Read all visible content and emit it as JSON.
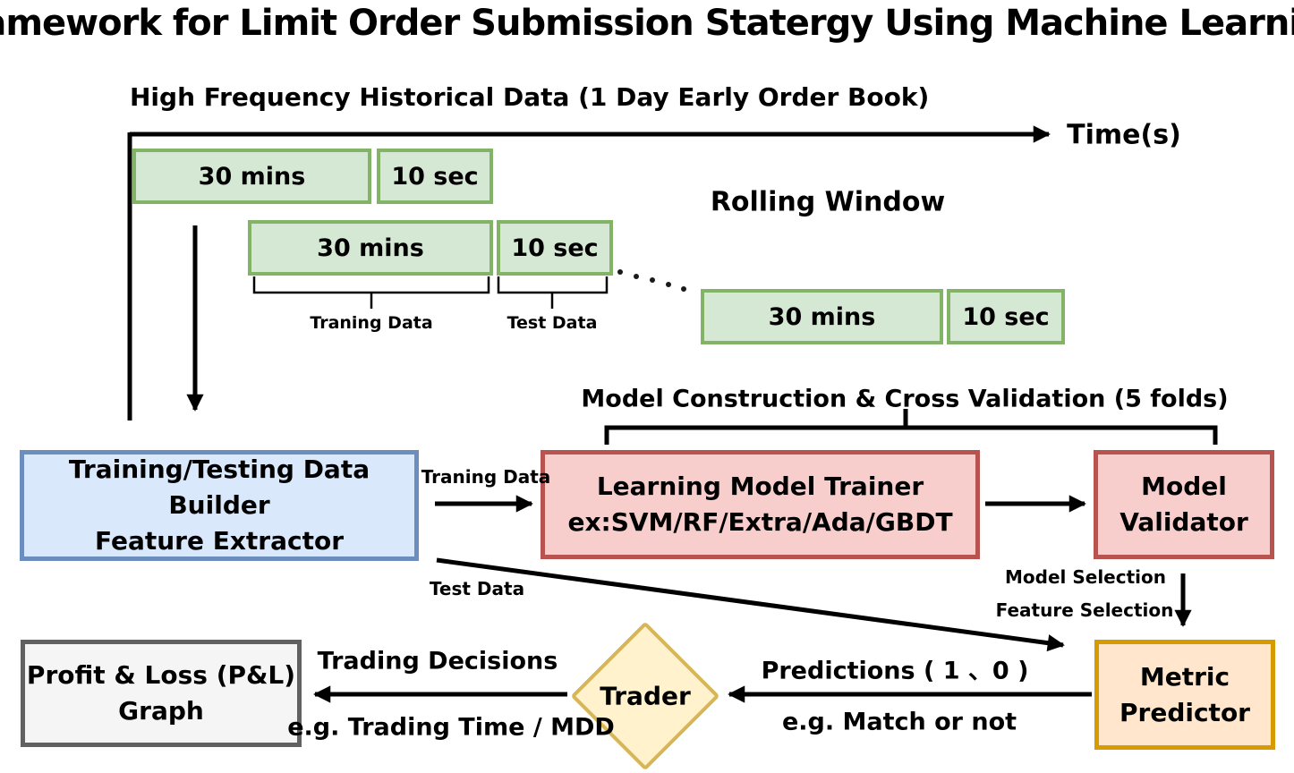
{
  "title": "Framework for Limit Order Submission Statergy Using Machine Learning",
  "timeline": {
    "header": "High Frequency Historical Data (1 Day Early Order Book)",
    "axis_label": "Time(s)"
  },
  "rolling": {
    "title": "Rolling Window",
    "windows": [
      {
        "train": "30 mins",
        "test": "10 sec"
      },
      {
        "train": "30 mins",
        "test": "10 sec"
      },
      {
        "train": "30 mins",
        "test": "10 sec"
      }
    ],
    "training_brace": "Traning Data",
    "test_brace": "Test Data"
  },
  "cross_validation": {
    "title": "Model Construction & Cross Validation (5 folds)"
  },
  "nodes": {
    "data_builder": {
      "line1": "Training/Testing Data Builder",
      "line2": "Feature Extractor"
    },
    "model_trainer": {
      "line1": "Learning Model Trainer",
      "line2": "ex:SVM/RF/Extra/Ada/GBDT"
    },
    "model_validator": {
      "line1": "Model",
      "line2": "Validator"
    },
    "metric_predictor": {
      "line1": "Metric",
      "line2": "Predictor"
    },
    "trader": {
      "label": "Trader"
    },
    "pnl": {
      "line1": "Profit & Loss (P&L)",
      "line2": "Graph"
    }
  },
  "edge_labels": {
    "training_data": "Traning Data",
    "test_data": "Test Data",
    "model_selection": "Model Selection",
    "feature_selection": "Feature Selection",
    "predictions": "Predictions ( 1 、0 )",
    "match_or_not": "e.g. Match or not",
    "trading_decisions": "Trading Decisions",
    "trading_time": "e.g. Trading Time / MDD"
  },
  "colors": {
    "window_fill": "#D5E8D4",
    "window_border": "#82B366",
    "builder_fill": "#DAE8FC",
    "builder_border": "#6C8EBF",
    "trainer_fill": "#F8CECC",
    "trainer_border": "#B85450",
    "predictor_fill": "#FFE6CC",
    "predictor_border": "#D79B00",
    "trader_fill": "#FFF2CC",
    "trader_border": "#D6B656",
    "pnl_fill": "#F5F5F5",
    "pnl_border": "#616161",
    "line": "#000000"
  }
}
